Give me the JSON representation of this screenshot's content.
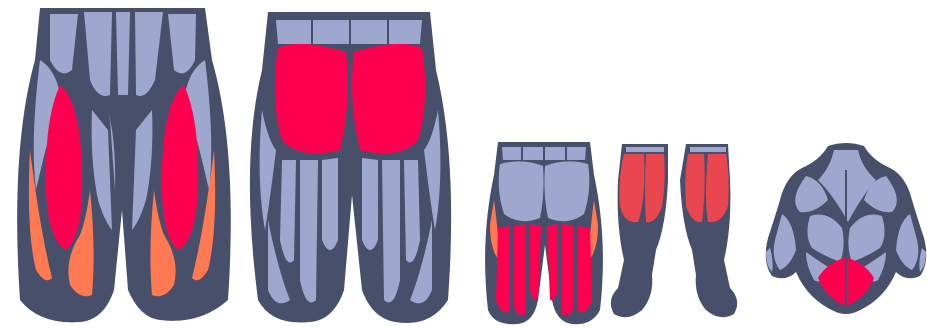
{
  "palette": {
    "outline": "#474f6a",
    "muscle_neutral": "#9ea8cf",
    "highlight_primary": "#ff0050",
    "highlight_secondary": "#ff7a52",
    "highlight_calf": "#e9464f",
    "background": "#ffffff"
  },
  "figures": [
    {
      "id": "thighs-front",
      "icon": "thigh-front-muscle-map",
      "highlighted": [
        "quadriceps",
        "adductors"
      ]
    },
    {
      "id": "hips-back",
      "icon": "glutes-hamstrings-muscle-map",
      "highlighted": [
        "glutes"
      ]
    },
    {
      "id": "thighs-back",
      "icon": "hamstrings-muscle-map",
      "highlighted": [
        "hamstrings",
        "adductors"
      ]
    },
    {
      "id": "calves",
      "icon": "calves-muscle-map",
      "highlighted": [
        "gastrocnemius"
      ]
    },
    {
      "id": "back",
      "icon": "back-muscle-map",
      "highlighted": [
        "lower-back"
      ]
    }
  ]
}
